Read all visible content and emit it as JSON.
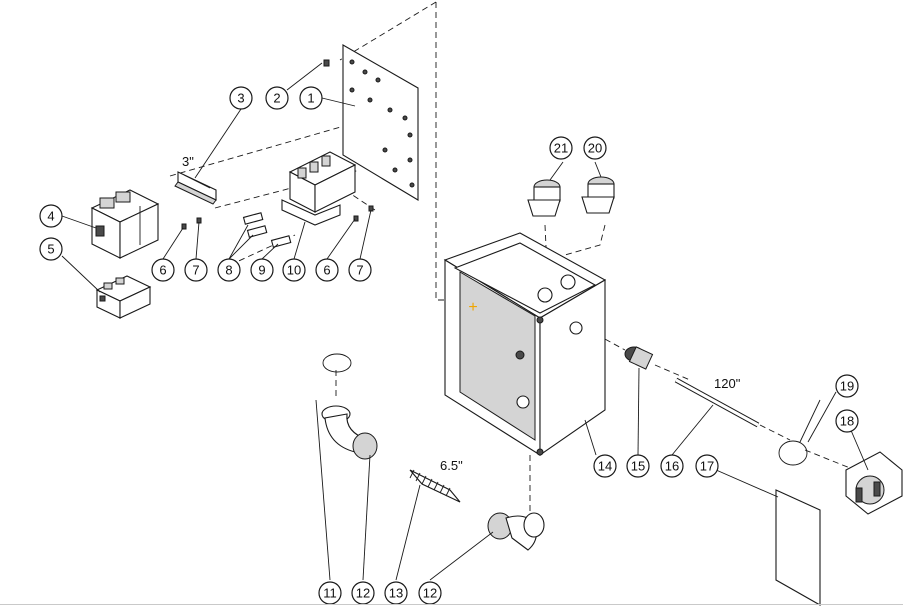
{
  "callouts": [
    "1",
    "2",
    "3",
    "4",
    "5",
    "6",
    "7",
    "8",
    "9",
    "10",
    "6",
    "7",
    "11",
    "12",
    "13",
    "12",
    "14",
    "15",
    "16",
    "17",
    "18",
    "19",
    "20",
    "21"
  ],
  "dimensions": {
    "rail_length": "3\"",
    "hose_length": "6.5\"",
    "cord_length": "120\""
  },
  "marker": {
    "glyph": "+",
    "color": "#f0a500"
  }
}
